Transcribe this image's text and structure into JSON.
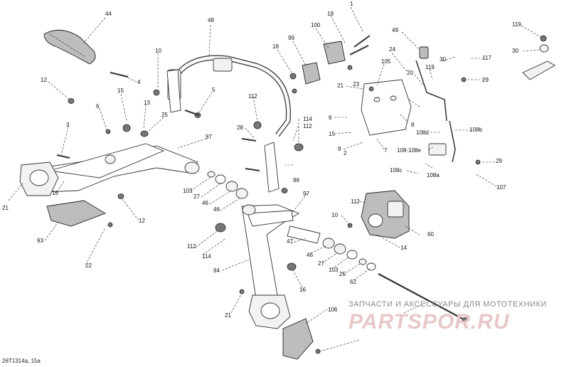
{
  "diagram_code": "26T1314a, 15a",
  "watermark": {
    "caption": "ЗАПЧАСТИ И АКСЕССУАРЫ ДЛЯ МОТОТЕХНИКИ",
    "logo": "PARTSPOR.RU"
  },
  "callouts": [
    "44",
    "48",
    "19",
    "1",
    "99",
    "100",
    "18",
    "10",
    "4",
    "12",
    "15",
    "6",
    "13",
    "5",
    "25",
    "3",
    "97",
    "21",
    "16",
    "93",
    "12",
    "22",
    "21",
    "105",
    "23",
    "6",
    "9",
    "2",
    "15",
    "8",
    "7",
    "24",
    "49",
    "20",
    "119",
    "30",
    "117",
    "29",
    "108d",
    "108b",
    "108-108e",
    "108c",
    "108a",
    "107",
    "29",
    "119",
    "30",
    "112",
    "114",
    "28",
    "112",
    "96",
    "103",
    "27",
    "46",
    "46",
    "97",
    "112",
    "114",
    "47",
    "46",
    "27",
    "103",
    "25",
    "62",
    "60",
    "14",
    "10",
    "112",
    "16",
    "94",
    "21",
    "106"
  ]
}
